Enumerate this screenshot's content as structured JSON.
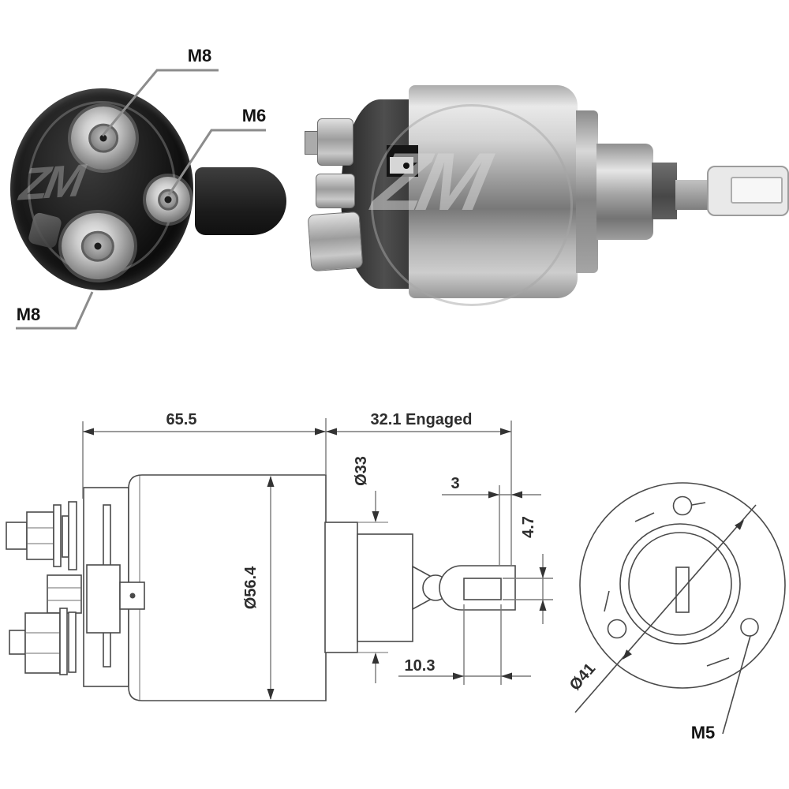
{
  "watermark": {
    "text": "ZM"
  },
  "photo_labels": {
    "m8_top": "M8",
    "m6": "M6",
    "m8_bottom": "M8"
  },
  "drawing": {
    "dims": {
      "body_length": "65.5",
      "engaged_length": "32.1 Engaged",
      "flange_diameter": "Ø33",
      "gap": "3",
      "slot_height": "4.7",
      "body_diameter": "Ø56.4",
      "slot_length": "10.3",
      "bolt_circle_diameter": "Ø41",
      "mount_thread": "M5"
    }
  },
  "colors": {
    "outline": "#4a4a4a",
    "dimension_line": "#787878",
    "text": "#2d2d2d",
    "leader": "#8c8c8c",
    "background": "#ffffff"
  }
}
